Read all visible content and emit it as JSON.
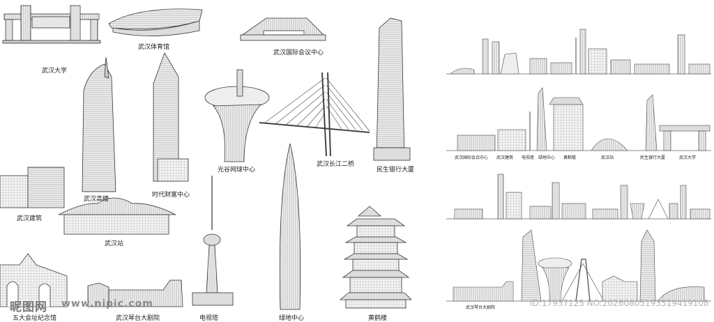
{
  "labels": {
    "whu": "武汉大学",
    "gym": "武汉体育馆",
    "conf": "武汉国际会议中心",
    "gaolou": "武汉高楼",
    "shidai": "时代财富中心",
    "guanggu": "光谷网球中心",
    "erqiao": "武汉长江二桥",
    "minsheng": "民生银行大厦",
    "jianzhu": "武汉建筑",
    "station": "武汉站",
    "wuda": "五大会址纪念馆",
    "qintai": "武汉琴台大剧院",
    "tvtower": "电视塔",
    "lvdi": "绿地中心",
    "yellowcrane": "黄鹤楼"
  },
  "row2_labels": [
    "武汉国际会议中心",
    "武汉建筑",
    "电视塔",
    "绿地中心",
    "黄鹤楼",
    "武汉站",
    "民生银行大厦",
    "武汉大学"
  ],
  "row4_labels": [
    "武汉琴台大剧院"
  ],
  "watermark": {
    "brand": "昵图网",
    "url": "www.nipic.com",
    "id": "ID:17937125 NO:20260805193519419108"
  },
  "colors": {
    "stroke": "#333333",
    "fill": "#f2f2f2",
    "shade": "#cfcfcf"
  }
}
